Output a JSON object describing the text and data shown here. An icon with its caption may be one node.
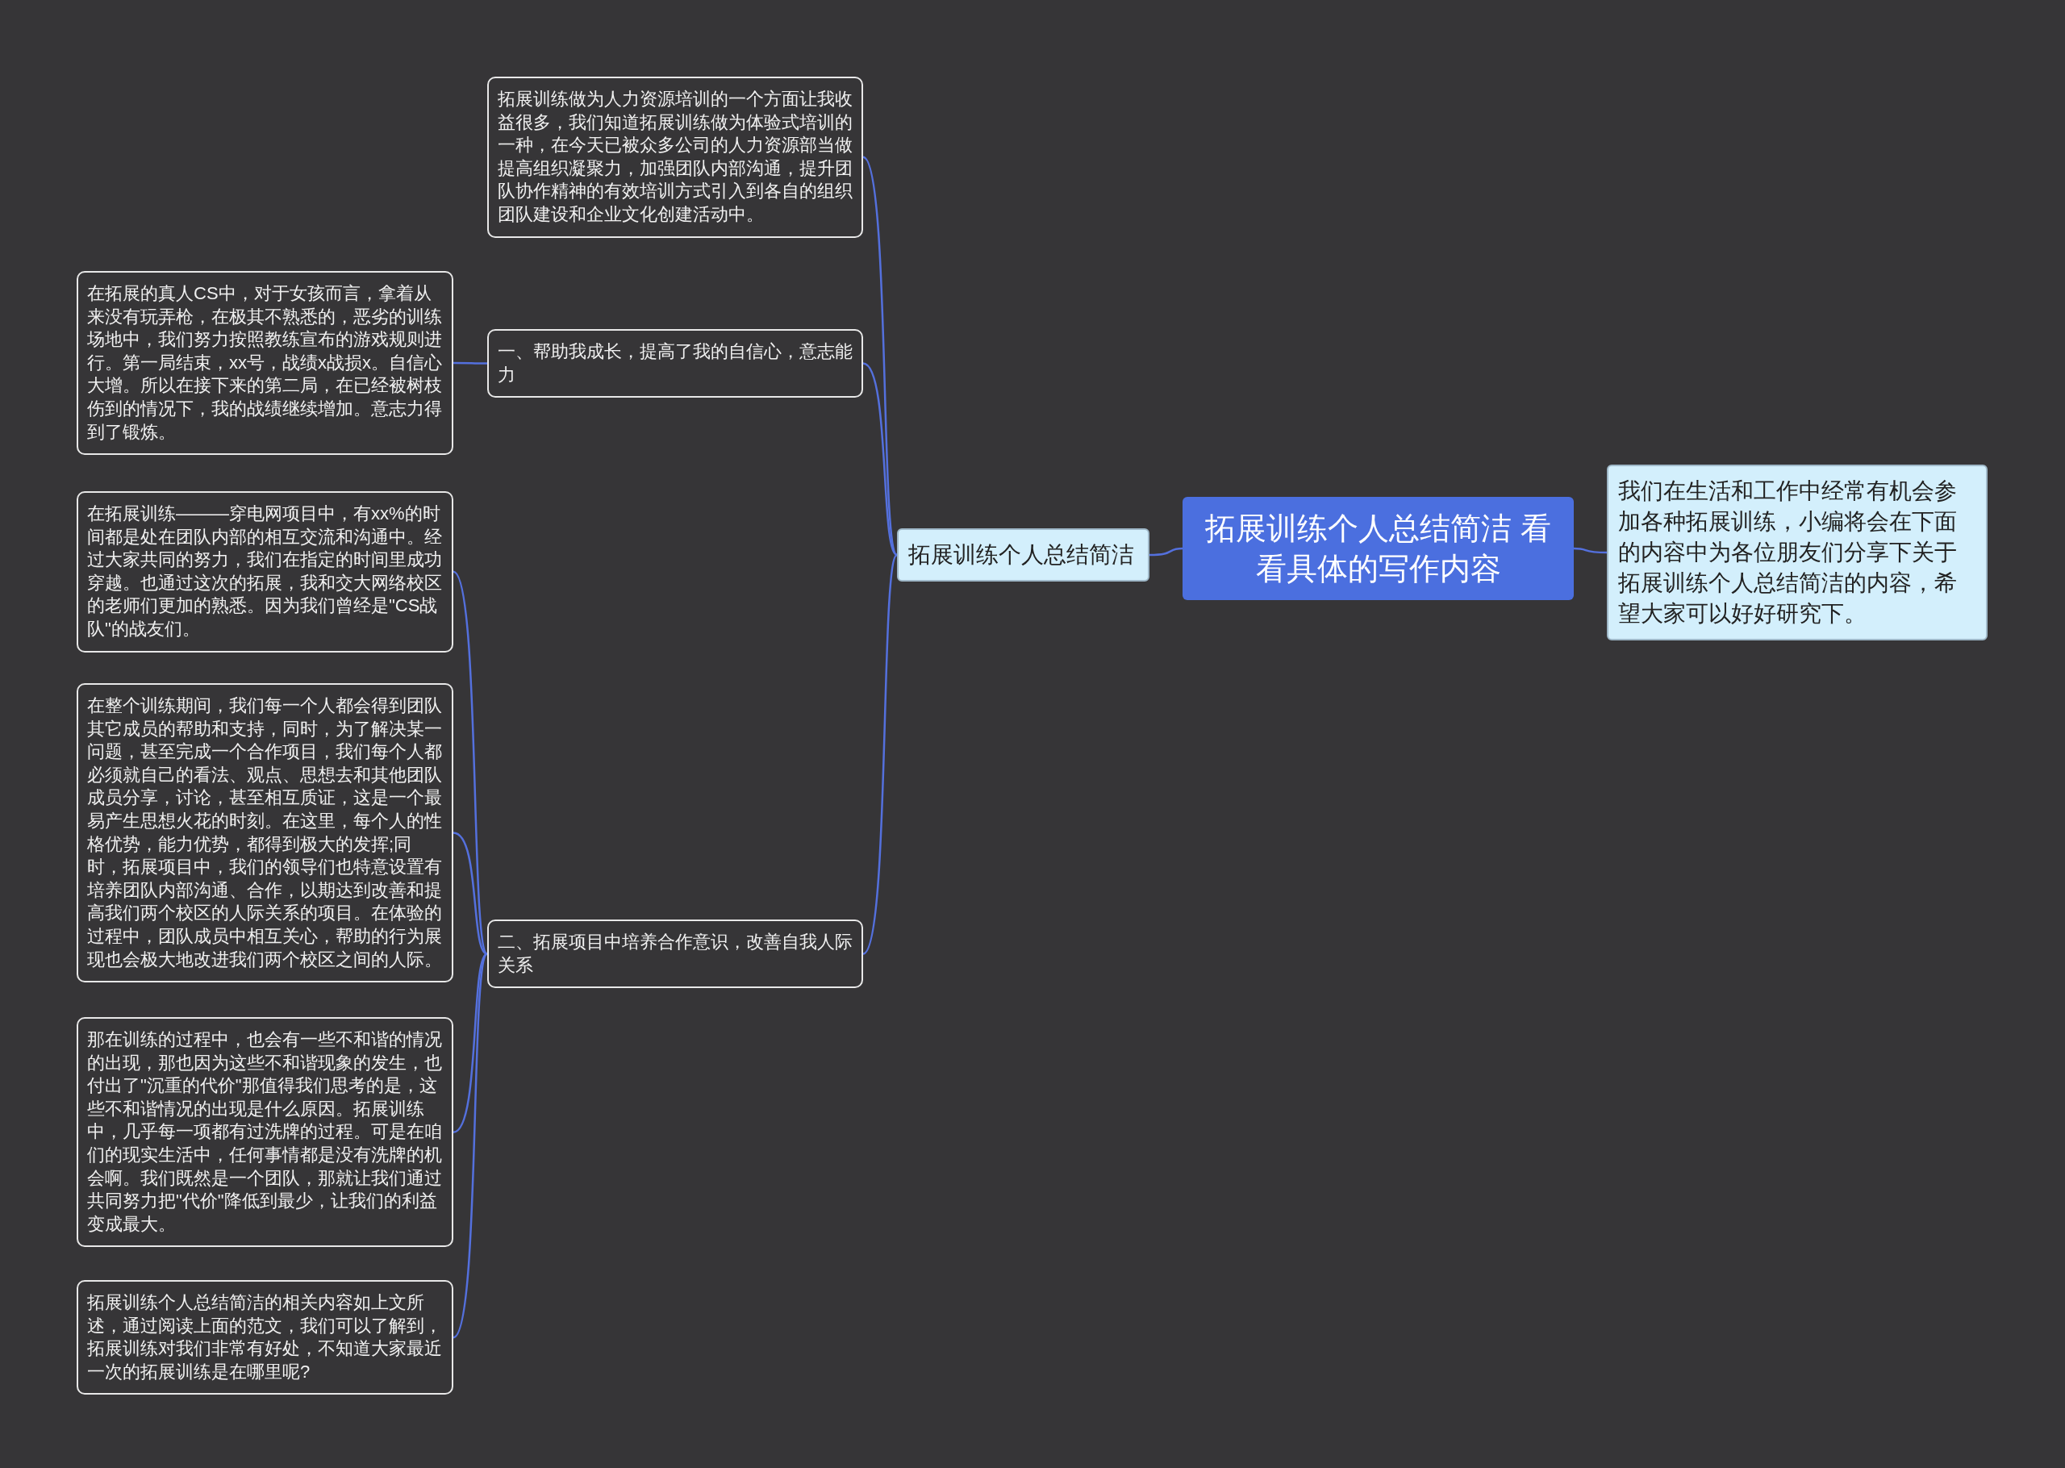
{
  "diagram": {
    "nodes": [
      {
        "text": [
          "拓展训练个人总结简洁 看看具体的写作内容"
        ]
      },
      {
        "text": [
          "我们在生活和工作中经常有机会参加各种拓展训练，小编将会在下面的内容中为各位朋友们分享下关于拓展训练个人总结简洁的内容，希望大家可以好好研究下。"
        ]
      },
      {
        "text": [
          "拓展训练个人总结简洁"
        ]
      },
      {
        "text": [
          "拓展训练做为人力资源培训的一个方面让我收益很多，我们知道拓展训练做为体验式培训的一种，在今天已被众多公司的人力资源部当做提高组织凝聚力，加强团队内部沟通，提升团队协作精神的有效培训方式引入到各自的组织团队建设和企业文化创建活动中。"
        ]
      },
      {
        "text": [
          "一、帮助我成长，提高了我的自信心，意志能力"
        ]
      },
      {
        "text": [
          "在拓展的真人CS中，对于女孩而言，拿着从来没有玩弄枪，在极其不熟悉的，恶劣的训练场地中，我们努力按照教练宣布的游戏规则进行。第一局结束，xx号，战绩x战损x。自信心大增。所以在接下来的第二局，在已经被树枝伤到的情况下，我的战绩继续增加。意志力得到了锻炼。"
        ]
      },
      {
        "text": [
          "在拓展训练———穿电网项目中，有xx%的时间都是处在团队内部的相互交流和沟通中。经过大家共同的努力，我们在指定的时间里成功穿越。也通过这次的拓展，我和交大网络校区的老师们更加的熟悉。因为我们曾经是\"CS战队\"的战友们。"
        ]
      },
      {
        "text": [
          "二、拓展项目中培养合作意识，改善自我人际关系"
        ]
      },
      {
        "text": [
          "在整个训练期间，我们每一个人都会得到团队其它成员的帮助和支持，同时，为了解决某一问题，甚至完成一个合作项目，我们每个人都必须就自己的看法、观点、思想去和其他团队成员分享，讨论，甚至相互质证，这是一个最易产生思想火花的时刻。在这里，每个人的性格优势，能力优势，都得到极大的发挥;同时，拓展项目中，我们的领导们也特意设置有培养团队内部沟通、合作，以期达到改善和提高我们两个校区的人际关系的项目。在体验的过程中，团队成员中相互关心，帮助的行为展现也会极大地改进我们两个校区之间的人际。"
        ]
      },
      {
        "text": [
          "那在训练的过程中，也会有一些不和谐的情况的出现，那也因为这些不和谐现象的发生，也付出了\"沉重的代价\"那值得我们思考的是，这些不和谐情况的出现是什么原因。拓展训练中，几乎每一项都有过洗牌的过程。可是在咱们的现实生活中，任何事情都是没有洗牌的机会啊。我们既然是一个团队，那就让我们通过共同努力把\"代价\"降低到最少，让我们的利益变成最大。"
        ]
      },
      {
        "text": [
          "拓展训练个人总结简洁的相关内容如上文所述，通过阅读上面的范文，我们可以了解到，拓展训练对我们非常有好处，不知道大家最近一次的拓展训练是在哪里呢?"
        ]
      }
    ],
    "edges": [
      {
        "from": 0,
        "to": 1,
        "arrow": "none"
      },
      {
        "from": 0,
        "to": 2,
        "arrow": "none"
      },
      {
        "from": 2,
        "to": 3,
        "arrow": "none"
      },
      {
        "from": 2,
        "to": 4,
        "arrow": "none"
      },
      {
        "from": 2,
        "to": 7,
        "arrow": "none"
      },
      {
        "from": 4,
        "to": 5,
        "arrow": "none"
      },
      {
        "from": 7,
        "to": 6,
        "arrow": "none"
      },
      {
        "from": 7,
        "to": 8,
        "arrow": "none"
      },
      {
        "from": 7,
        "to": 9,
        "arrow": "none"
      },
      {
        "from": 7,
        "to": 10,
        "arrow": "none"
      }
    ]
  }
}
